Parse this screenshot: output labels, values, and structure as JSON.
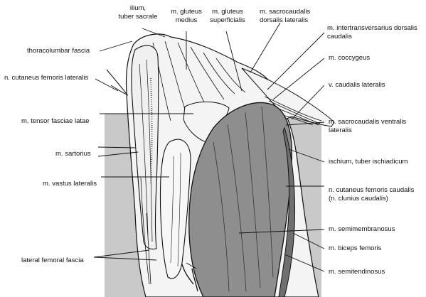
{
  "labels": {
    "ilium": [
      "ilium,",
      "tuber sacrale"
    ],
    "gluteus_medius": [
      "m. gluteus",
      "medius"
    ],
    "gluteus_superficialis": [
      "m. gluteus",
      "superficialis"
    ],
    "sacrocaudalis_dorsalis": [
      "m. sacrocaudalis",
      "dorsalis lateralis"
    ],
    "intertransversarius": [
      "m. intertransversarius dorsalis",
      "caudalis"
    ],
    "coccygeus": "m. coccygeus",
    "caudalis_lateralis": "v. caudalis lateralis",
    "sacrocaudalis_ventralis": [
      "m. sacrocaudalis ventralis",
      "lateralis"
    ],
    "ischium": "ischium, tuber ischiadicum",
    "cutaneus_caudalis": [
      "n. cutaneus femoris caudalis",
      "(n. clunius caudalis)"
    ],
    "semimembranosus": "m. semimembranosus",
    "biceps": "m. biceps femoris",
    "semitendinosus": "m. semitendinosus",
    "thoracolumbar": "thoracolumbar fascia",
    "cutaneus_lateralis": "n. cutaneus femoris lateralis",
    "tensor": "m. tensor fasciae latae",
    "sartorius": "m. sartorius",
    "vastus": "m. vastus lateralis",
    "lateral_fascia": "lateral femoral fascia"
  },
  "colors": {
    "background_panel": "#c9c9c9",
    "biceps_fill": "#8e8e8e",
    "muscle_fill": "#f4f4f4",
    "line": "#111111"
  }
}
